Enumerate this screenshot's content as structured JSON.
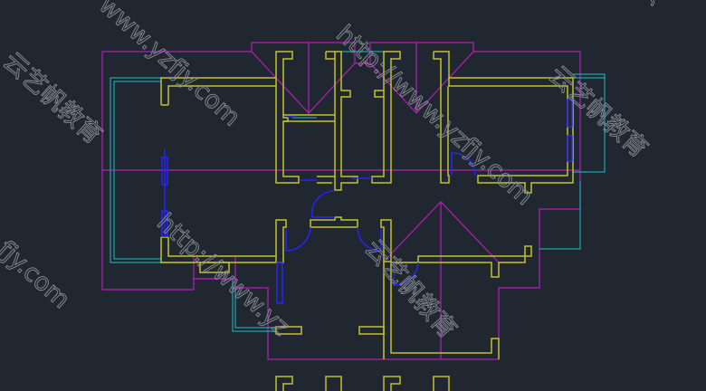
{
  "drawing": {
    "type": "floor-plan",
    "layer_colors": {
      "walls": "#c3c12c",
      "roof_outline": "#b31fb8",
      "outer_lines": "#1ea4ad",
      "doors_windows": "#2525ff",
      "background": "#212730"
    }
  },
  "watermarks": {
    "url": "http://www.yzfjy.com",
    "url_partial_top": "www.yzfjy.com",
    "url_partial_left": "fjy.com",
    "url_partial_right": "yzfjy",
    "brand": "云艺帆教育"
  }
}
